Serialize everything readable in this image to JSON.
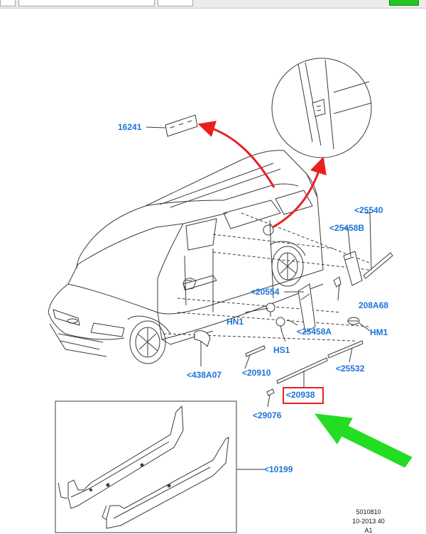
{
  "labels": {
    "p16241": "16241",
    "p25540": "<25540",
    "p25458B": "<25458B",
    "p20554": "<20554",
    "p208A68": "208A68",
    "HN1": "HN1",
    "p25458A": "<25458A",
    "HM1": "HM1",
    "HS1": "HS1",
    "p438A07": "<438A07",
    "p20910": "<20910",
    "p25532": "<25532",
    "p20938": "<20938",
    "p29076": "<29076",
    "p10199": "<10199"
  },
  "footer": {
    "code": "5010810",
    "date": "10-2013 40",
    "rev": "A1"
  },
  "colors": {
    "callout": "#1a73d9",
    "highlight": "#e8201f",
    "red_arrow": "#e8201f",
    "green_arrow": "#22dd22",
    "line": "#3a3a3a"
  }
}
